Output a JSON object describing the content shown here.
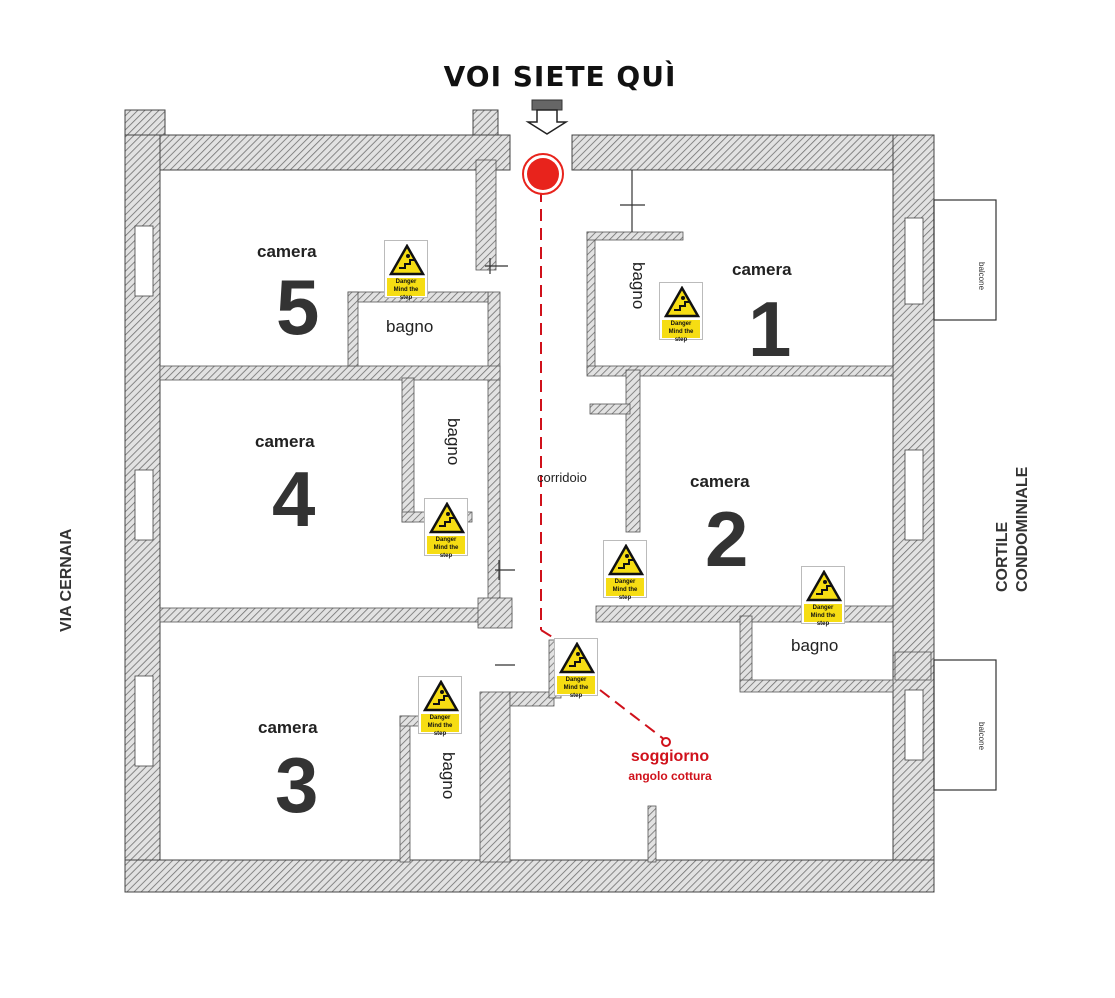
{
  "title": "VOI SIETE QUÌ",
  "rooms": [
    {
      "word": "camera",
      "number": "5"
    },
    {
      "word": "camera",
      "number": "1"
    },
    {
      "word": "camera",
      "number": "4"
    },
    {
      "word": "camera",
      "number": "2"
    },
    {
      "word": "camera",
      "number": "3"
    }
  ],
  "bathrooms": [
    "bagno",
    "bagno",
    "bagno",
    "bagno",
    "bagno"
  ],
  "corridor": "corridoio",
  "living": {
    "name": "soggiorno",
    "sub": "angolo cottura"
  },
  "street_left": "VIA CERNAIA",
  "courtyard": [
    "CORTILE",
    "CONDOMINIALE"
  ],
  "balconies": [
    "balcone",
    "balcone"
  ],
  "warning_sign": {
    "title": "Danger",
    "subtitle": "Mind the step",
    "icon": "step-warning-icon"
  },
  "colors": {
    "route": "#d0111b",
    "marker": "#e8231c",
    "sign_yellow": "#f6dd13",
    "wall_hatch": "#9a9a9a"
  }
}
